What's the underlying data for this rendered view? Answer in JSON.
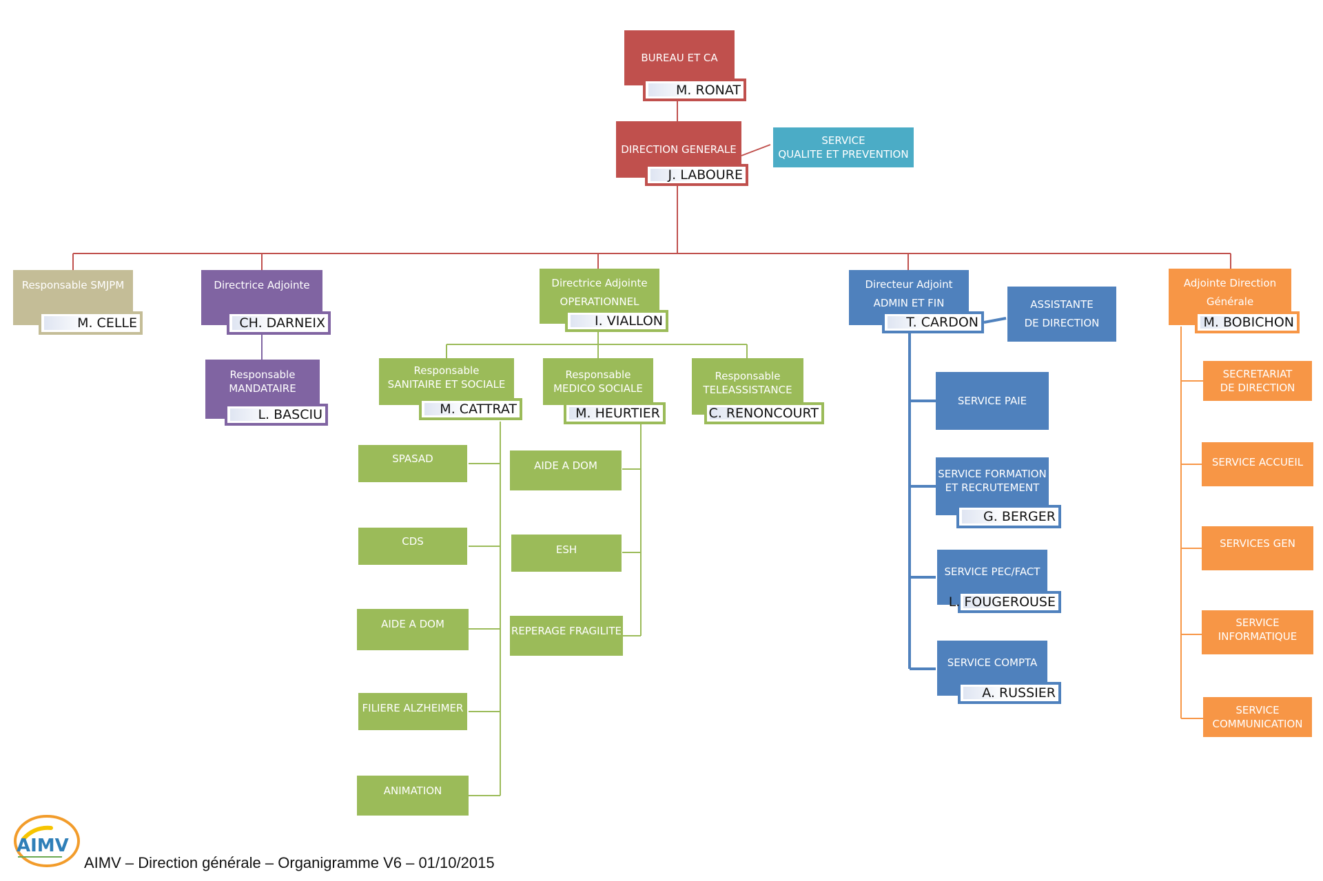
{
  "colors": {
    "red": "#c0504d",
    "teal": "#4bacc6",
    "tan": "#c4bd97",
    "purple": "#8064a2",
    "green": "#9bbb59",
    "blue": "#4f81bd",
    "orange": "#f79646"
  },
  "nodes": {
    "bureau": {
      "title": "BUREAU ET CA",
      "person": "M. RONAT"
    },
    "dg": {
      "title": "DIRECTION GENERALE",
      "person": "J. LABOURE"
    },
    "qualite": {
      "title": "SERVICE\nQUALITE ET PREVENTION"
    },
    "smjpm": {
      "title": "Responsable  SMJPM",
      "person": "M. CELLE"
    },
    "darneix": {
      "title": "Directrice Adjointe",
      "person": "CH. DARNEIX"
    },
    "mandataire": {
      "title": "Responsable\nMANDATAIRE",
      "person": "L. BASCIU"
    },
    "operationnel": {
      "title": "Directrice Adjointe\nOPERATIONNEL",
      "person": "I. VIALLON"
    },
    "sanitaire": {
      "title": "Responsable\nSANITAIRE ET SOCIALE",
      "person": "M. CATTRAT"
    },
    "medico": {
      "title": "Responsable\nMEDICO SOCIALE",
      "person": "M. HEURTIER"
    },
    "teleassistance": {
      "title": "Responsable\nTELEASSISTANCE",
      "person": "C. RENONCOURT"
    },
    "spasad": {
      "title": "SPASAD"
    },
    "cds": {
      "title": "CDS"
    },
    "aide_dom_1": {
      "title": "AIDE A DOM"
    },
    "alzheimer": {
      "title": "FILIERE ALZHEIMER"
    },
    "animation": {
      "title": "ANIMATION"
    },
    "aide_dom_2": {
      "title": "AIDE A DOM"
    },
    "esh": {
      "title": "ESH"
    },
    "fragilite": {
      "title": "REPERAGE FRAGILITE"
    },
    "admin_fin": {
      "title": "Directeur Adjoint\nADMIN ET FIN",
      "person": "T. CARDON"
    },
    "assistante": {
      "title": "ASSISTANTE\nDE DIRECTION"
    },
    "paie": {
      "title": "SERVICE PAIE"
    },
    "formation": {
      "title": "SERVICE FORMATION\nET RECRUTEMENT",
      "person": "G. BERGER"
    },
    "pec": {
      "title": "SERVICE PEC/FACT",
      "person": "L. FOUGEROUSE"
    },
    "compta": {
      "title": "SERVICE COMPTA",
      "person": "A. RUSSIER"
    },
    "adjointe_dg": {
      "title": "Adjointe Direction\nGénérale",
      "person": "M. BOBICHON"
    },
    "secretariat": {
      "title": "SECRETARIAT\nDE DIRECTION"
    },
    "accueil": {
      "title": "SERVICE ACCUEIL"
    },
    "services_gen": {
      "title": "SERVICES GEN"
    },
    "informatique": {
      "title": "SERVICE\nINFORMATIQUE"
    },
    "communication": {
      "title": "SERVICE\nCOMMUNICATION"
    }
  },
  "logo_text": "AIMV",
  "footer": "AIMV – Direction générale – Organigramme V6 – 01/10/2015"
}
